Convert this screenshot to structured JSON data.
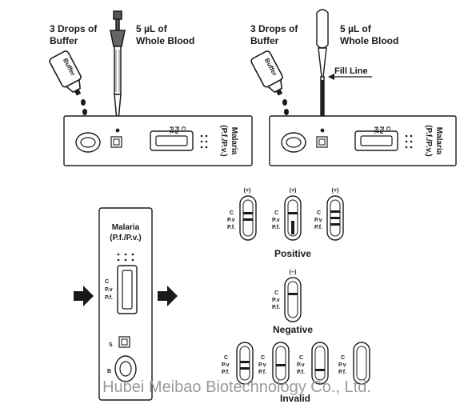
{
  "panel_a": {
    "buffer_label_1": "3 Drops of",
    "buffer_label_2": "Buffer",
    "blood_label_1": "5 µL of",
    "blood_label_2": "Whole Blood",
    "bottle_text": "Buffer",
    "cassette_line1": "Malaria",
    "cassette_line2": "(P.f./P.v.)",
    "mark_c": "C",
    "mark_pv": "P.v",
    "mark_pf": "P.f."
  },
  "panel_b": {
    "buffer_label_1": "3 Drops of",
    "buffer_label_2": "Buffer",
    "blood_label_1": "5 µL of",
    "blood_label_2": "Whole Blood",
    "fill_line": "Fill Line",
    "bottle_text": "Buffer",
    "cassette_line1": "Malaria",
    "cassette_line2": "(P.f./P.v.)",
    "mark_c": "C",
    "mark_pv": "P.v",
    "mark_pf": "P.f."
  },
  "cassette_vertical": {
    "title_1": "Malaria",
    "title_2": "(P.f./P.v.)",
    "mark_c": "C",
    "mark_pv": "P.v",
    "mark_pf": "P.f.",
    "well_s": "S",
    "well_b": "B"
  },
  "results": {
    "positive_sign": "(+)",
    "positive_label": "Positive",
    "negative_sign": "(–)",
    "negative_label": "Negative",
    "invalid_label": "Invalid",
    "mark_c": "C",
    "mark_pv": "P.v",
    "mark_pf": "P.f."
  },
  "watermark": "Hubei Meibao Biotechnology Co., Ltd.",
  "colors": {
    "ink": "#1a1a1a",
    "gray": "#888888",
    "watermark": "#9a9a9a"
  }
}
